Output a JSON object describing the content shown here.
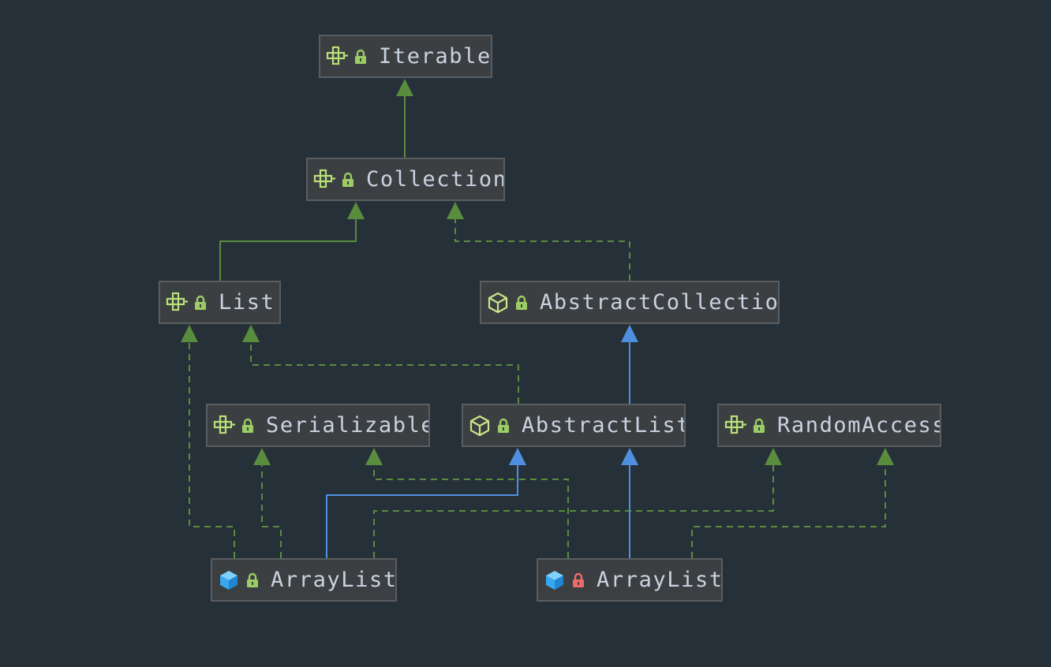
{
  "colors": {
    "background": "#263038",
    "node_fill": "#3c3f41",
    "node_border": "#5a5d60",
    "label": "#c9d3e0",
    "implements_edge": "#5a8c3e",
    "extends_edge": "#4f8fe0",
    "interface_icon": "#b8e07a",
    "abstract_icon": "#c7e68a",
    "class_icon": "#37a8f0",
    "lock_public": "#9ccc65",
    "lock_private": "#f06a6a"
  },
  "nodes": [
    {
      "id": "iterable",
      "label": "Iterable",
      "icon": "interface-icon",
      "lock": "public-lock-icon"
    },
    {
      "id": "collection",
      "label": "Collection",
      "icon": "interface-icon",
      "lock": "public-lock-icon"
    },
    {
      "id": "list",
      "label": "List",
      "icon": "interface-icon",
      "lock": "public-lock-icon"
    },
    {
      "id": "abstract_collection",
      "label": "AbstractCollection",
      "icon": "abstract-class-icon",
      "lock": "public-lock-icon"
    },
    {
      "id": "serializable",
      "label": "Serializable",
      "icon": "interface-icon",
      "lock": "public-lock-icon"
    },
    {
      "id": "abstract_list",
      "label": "AbstractList",
      "icon": "abstract-class-icon",
      "lock": "public-lock-icon"
    },
    {
      "id": "random_access",
      "label": "RandomAccess",
      "icon": "interface-icon",
      "lock": "public-lock-icon"
    },
    {
      "id": "arraylist_public",
      "label": "ArrayList",
      "icon": "class-icon",
      "lock": "public-lock-icon"
    },
    {
      "id": "arraylist_private",
      "label": "ArrayList",
      "icon": "class-icon",
      "lock": "private-lock-icon"
    }
  ],
  "edges": [
    {
      "from": "collection",
      "to": "iterable",
      "relation": "extends-interface"
    },
    {
      "from": "list",
      "to": "collection",
      "relation": "extends-interface"
    },
    {
      "from": "abstract_collection",
      "to": "collection",
      "relation": "implements"
    },
    {
      "from": "abstract_list",
      "to": "list",
      "relation": "implements"
    },
    {
      "from": "abstract_list",
      "to": "abstract_collection",
      "relation": "extends"
    },
    {
      "from": "arraylist_public",
      "to": "list",
      "relation": "implements"
    },
    {
      "from": "arraylist_public",
      "to": "serializable",
      "relation": "implements"
    },
    {
      "from": "arraylist_public",
      "to": "abstract_list",
      "relation": "extends"
    },
    {
      "from": "arraylist_public",
      "to": "random_access",
      "relation": "implements"
    },
    {
      "from": "arraylist_private",
      "to": "serializable",
      "relation": "implements"
    },
    {
      "from": "arraylist_private",
      "to": "abstract_list",
      "relation": "extends"
    },
    {
      "from": "arraylist_private",
      "to": "random_access",
      "relation": "implements"
    }
  ]
}
